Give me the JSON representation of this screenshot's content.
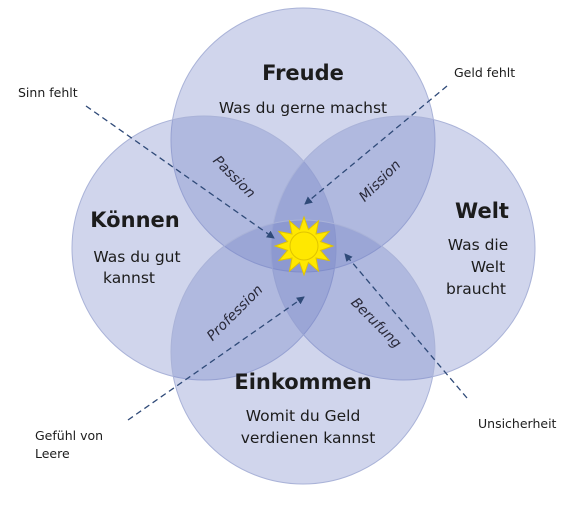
{
  "colors": {
    "circle_fill": "#6f7fc4",
    "circle_stroke": "#aab3d8",
    "arrow": "#2f4a78",
    "sun_fill": "#ffe800",
    "sun_stroke": "#e0c400",
    "text": "#1c1c1c"
  },
  "circles": {
    "freude": {
      "title": "Freude",
      "sub": [
        "Was du gerne machst"
      ]
    },
    "koennen": {
      "title": "Können",
      "sub": [
        "Was du gut",
        "kannst"
      ]
    },
    "welt": {
      "title": "Welt",
      "sub": [
        "Was die",
        "Welt",
        "braucht"
      ]
    },
    "einkommen": {
      "title": "Einkommen",
      "sub": [
        "Womit du Geld",
        "verdienen kannst"
      ]
    }
  },
  "overlaps": {
    "passion": "Passion",
    "mission": "Mission",
    "profession": "Profession",
    "berufung": "Berufung"
  },
  "annotations": {
    "sinn_fehlt": "Sinn fehlt",
    "geld_fehlt": "Geld fehlt",
    "gefuehl_line1": "Gefühl von",
    "gefuehl_line2": "Leere",
    "unsicherheit": "Unsicherheit"
  },
  "center_icon": "sun-icon"
}
